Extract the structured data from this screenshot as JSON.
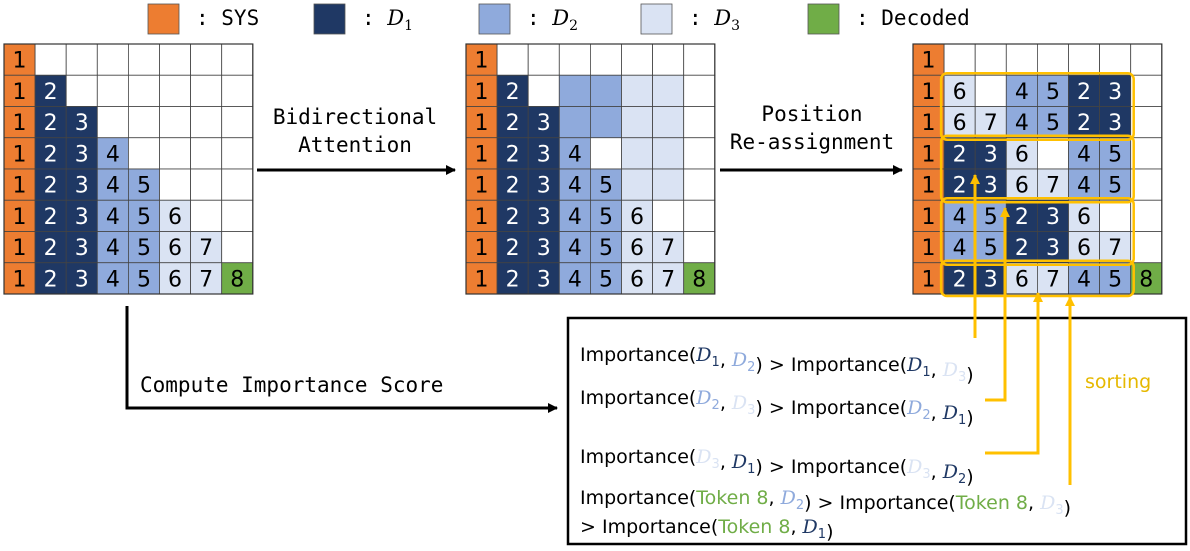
{
  "colors": {
    "sys": "#ED7D31",
    "d1": "#1F3864",
    "d2": "#8FAADC",
    "d3": "#DAE3F3",
    "decoded": "#70AD47",
    "empty": "#FFFFFF",
    "highlight": "#FFC000",
    "sorting_text": "#E6B800",
    "text_dark": "#000000",
    "text_light": "#FFFFFF"
  },
  "legend": [
    {
      "key": "sys",
      "label": ": SYS"
    },
    {
      "key": "d1",
      "label": ": ",
      "math": "D",
      "sub": "1"
    },
    {
      "key": "d2",
      "label": ": ",
      "math": "D",
      "sub": "2"
    },
    {
      "key": "d3",
      "label": ": ",
      "math": "D",
      "sub": "3"
    },
    {
      "key": "decoded",
      "label": ": Decoded"
    }
  ],
  "matrices": [
    {
      "name": "matrix-original",
      "cells": [
        [
          [
            "s",
            "1"
          ],
          [
            "e",
            ""
          ],
          [
            "e",
            ""
          ],
          [
            "e",
            ""
          ],
          [
            "e",
            ""
          ],
          [
            "e",
            ""
          ],
          [
            "e",
            ""
          ],
          [
            "e",
            ""
          ]
        ],
        [
          [
            "s",
            "1"
          ],
          [
            "d1",
            "2"
          ],
          [
            "e",
            ""
          ],
          [
            "e",
            ""
          ],
          [
            "e",
            ""
          ],
          [
            "e",
            ""
          ],
          [
            "e",
            ""
          ],
          [
            "e",
            ""
          ]
        ],
        [
          [
            "s",
            "1"
          ],
          [
            "d1",
            "2"
          ],
          [
            "d1",
            "3"
          ],
          [
            "e",
            ""
          ],
          [
            "e",
            ""
          ],
          [
            "e",
            ""
          ],
          [
            "e",
            ""
          ],
          [
            "e",
            ""
          ]
        ],
        [
          [
            "s",
            "1"
          ],
          [
            "d1",
            "2"
          ],
          [
            "d1",
            "3"
          ],
          [
            "d2",
            "4"
          ],
          [
            "e",
            ""
          ],
          [
            "e",
            ""
          ],
          [
            "e",
            ""
          ],
          [
            "e",
            ""
          ]
        ],
        [
          [
            "s",
            "1"
          ],
          [
            "d1",
            "2"
          ],
          [
            "d1",
            "3"
          ],
          [
            "d2",
            "4"
          ],
          [
            "d2",
            "5"
          ],
          [
            "e",
            ""
          ],
          [
            "e",
            ""
          ],
          [
            "e",
            ""
          ]
        ],
        [
          [
            "s",
            "1"
          ],
          [
            "d1",
            "2"
          ],
          [
            "d1",
            "3"
          ],
          [
            "d2",
            "4"
          ],
          [
            "d2",
            "5"
          ],
          [
            "d3",
            "6"
          ],
          [
            "e",
            ""
          ],
          [
            "e",
            ""
          ]
        ],
        [
          [
            "s",
            "1"
          ],
          [
            "d1",
            "2"
          ],
          [
            "d1",
            "3"
          ],
          [
            "d2",
            "4"
          ],
          [
            "d2",
            "5"
          ],
          [
            "d3",
            "6"
          ],
          [
            "d3",
            "7"
          ],
          [
            "e",
            ""
          ]
        ],
        [
          [
            "s",
            "1"
          ],
          [
            "d1",
            "2"
          ],
          [
            "d1",
            "3"
          ],
          [
            "d2",
            "4"
          ],
          [
            "d2",
            "5"
          ],
          [
            "d3",
            "6"
          ],
          [
            "d3",
            "7"
          ],
          [
            "g",
            "8"
          ]
        ]
      ]
    },
    {
      "name": "matrix-bidirectional",
      "cells": [
        [
          [
            "s",
            "1"
          ],
          [
            "e",
            ""
          ],
          [
            "e",
            ""
          ],
          [
            "e",
            ""
          ],
          [
            "e",
            ""
          ],
          [
            "e",
            ""
          ],
          [
            "e",
            ""
          ],
          [
            "e",
            ""
          ]
        ],
        [
          [
            "s",
            "1"
          ],
          [
            "d1",
            "2"
          ],
          [
            "e",
            ""
          ],
          [
            "d2",
            ""
          ],
          [
            "d2",
            ""
          ],
          [
            "d3",
            ""
          ],
          [
            "d3",
            ""
          ],
          [
            "e",
            ""
          ]
        ],
        [
          [
            "s",
            "1"
          ],
          [
            "d1",
            "2"
          ],
          [
            "d1",
            "3"
          ],
          [
            "d2",
            ""
          ],
          [
            "d2",
            ""
          ],
          [
            "d3",
            ""
          ],
          [
            "d3",
            ""
          ],
          [
            "e",
            ""
          ]
        ],
        [
          [
            "s",
            "1"
          ],
          [
            "d1",
            "2"
          ],
          [
            "d1",
            "3"
          ],
          [
            "d2",
            "4"
          ],
          [
            "e",
            ""
          ],
          [
            "d3",
            ""
          ],
          [
            "d3",
            ""
          ],
          [
            "e",
            ""
          ]
        ],
        [
          [
            "s",
            "1"
          ],
          [
            "d1",
            "2"
          ],
          [
            "d1",
            "3"
          ],
          [
            "d2",
            "4"
          ],
          [
            "d2",
            "5"
          ],
          [
            "d3",
            ""
          ],
          [
            "d3",
            ""
          ],
          [
            "e",
            ""
          ]
        ],
        [
          [
            "s",
            "1"
          ],
          [
            "d1",
            "2"
          ],
          [
            "d1",
            "3"
          ],
          [
            "d2",
            "4"
          ],
          [
            "d2",
            "5"
          ],
          [
            "d3",
            "6"
          ],
          [
            "e",
            ""
          ],
          [
            "e",
            ""
          ]
        ],
        [
          [
            "s",
            "1"
          ],
          [
            "d1",
            "2"
          ],
          [
            "d1",
            "3"
          ],
          [
            "d2",
            "4"
          ],
          [
            "d2",
            "5"
          ],
          [
            "d3",
            "6"
          ],
          [
            "d3",
            "7"
          ],
          [
            "e",
            ""
          ]
        ],
        [
          [
            "s",
            "1"
          ],
          [
            "d1",
            "2"
          ],
          [
            "d1",
            "3"
          ],
          [
            "d2",
            "4"
          ],
          [
            "d2",
            "5"
          ],
          [
            "d3",
            "6"
          ],
          [
            "d3",
            "7"
          ],
          [
            "g",
            "8"
          ]
        ]
      ]
    },
    {
      "name": "matrix-reassigned",
      "cells": [
        [
          [
            "s",
            "1"
          ],
          [
            "e",
            ""
          ],
          [
            "e",
            ""
          ],
          [
            "e",
            ""
          ],
          [
            "e",
            ""
          ],
          [
            "e",
            ""
          ],
          [
            "e",
            ""
          ],
          [
            "e",
            ""
          ]
        ],
        [
          [
            "s",
            "1"
          ],
          [
            "d3",
            "6"
          ],
          [
            "e",
            ""
          ],
          [
            "d2",
            "4"
          ],
          [
            "d2",
            "5"
          ],
          [
            "d1",
            "2"
          ],
          [
            "d1",
            "3"
          ],
          [
            "e",
            ""
          ]
        ],
        [
          [
            "s",
            "1"
          ],
          [
            "d3",
            "6"
          ],
          [
            "d3",
            "7"
          ],
          [
            "d2",
            "4"
          ],
          [
            "d2",
            "5"
          ],
          [
            "d1",
            "2"
          ],
          [
            "d1",
            "3"
          ],
          [
            "e",
            ""
          ]
        ],
        [
          [
            "s",
            "1"
          ],
          [
            "d1",
            "2"
          ],
          [
            "d1",
            "3"
          ],
          [
            "d3",
            "6"
          ],
          [
            "e",
            ""
          ],
          [
            "d2",
            "4"
          ],
          [
            "d2",
            "5"
          ],
          [
            "e",
            ""
          ]
        ],
        [
          [
            "s",
            "1"
          ],
          [
            "d1",
            "2"
          ],
          [
            "d1",
            "3"
          ],
          [
            "d3",
            "6"
          ],
          [
            "d3",
            "7"
          ],
          [
            "d2",
            "4"
          ],
          [
            "d2",
            "5"
          ],
          [
            "e",
            ""
          ]
        ],
        [
          [
            "s",
            "1"
          ],
          [
            "d2",
            "4"
          ],
          [
            "d2",
            "5"
          ],
          [
            "d1",
            "2"
          ],
          [
            "d1",
            "3"
          ],
          [
            "d3",
            "6"
          ],
          [
            "e",
            ""
          ],
          [
            "e",
            ""
          ]
        ],
        [
          [
            "s",
            "1"
          ],
          [
            "d2",
            "4"
          ],
          [
            "d2",
            "5"
          ],
          [
            "d1",
            "2"
          ],
          [
            "d1",
            "3"
          ],
          [
            "d3",
            "6"
          ],
          [
            "d3",
            "7"
          ],
          [
            "e",
            ""
          ]
        ],
        [
          [
            "s",
            "1"
          ],
          [
            "d1",
            "2"
          ],
          [
            "d1",
            "3"
          ],
          [
            "d3",
            "6"
          ],
          [
            "d3",
            "7"
          ],
          [
            "d2",
            "4"
          ],
          [
            "d2",
            "5"
          ],
          [
            "g",
            "8"
          ]
        ]
      ]
    }
  ],
  "arrow_labels": {
    "bidirectional": [
      "Bidirectional",
      "Attention"
    ],
    "position": [
      "Position",
      "Re-assignment"
    ],
    "compute": "Compute Importance Score"
  },
  "importance": {
    "line1": [
      {
        "t": "Importance(",
        "c": "text_dark"
      },
      {
        "m": "D",
        "s": "1",
        "c": "d1"
      },
      {
        "t": ", ",
        "c": "text_dark"
      },
      {
        "m": "D",
        "s": "2",
        "c": "d2"
      },
      {
        "t": ") > Importance(",
        "c": "text_dark"
      },
      {
        "m": "D",
        "s": "1",
        "c": "d1"
      },
      {
        "t": ", ",
        "c": "text_dark"
      },
      {
        "m": "D",
        "s": "3",
        "c": "d3"
      },
      {
        "t": ")",
        "c": "text_dark"
      }
    ],
    "line2": [
      {
        "t": "Importance(",
        "c": "text_dark"
      },
      {
        "m": "D",
        "s": "2",
        "c": "d2"
      },
      {
        "t": ", ",
        "c": "text_dark"
      },
      {
        "m": "D",
        "s": "3",
        "c": "d3"
      },
      {
        "t": ") > Importance(",
        "c": "text_dark"
      },
      {
        "m": "D",
        "s": "2",
        "c": "d2"
      },
      {
        "t": ", ",
        "c": "text_dark"
      },
      {
        "m": "D",
        "s": "1",
        "c": "d1"
      },
      {
        "t": ")",
        "c": "text_dark"
      }
    ],
    "line3": [
      {
        "t": "Importance(",
        "c": "text_dark"
      },
      {
        "m": "D",
        "s": "3",
        "c": "d3"
      },
      {
        "t": ", ",
        "c": "text_dark"
      },
      {
        "m": "D",
        "s": "1",
        "c": "d1"
      },
      {
        "t": ") > Importance(",
        "c": "text_dark"
      },
      {
        "m": "D",
        "s": "3",
        "c": "d3"
      },
      {
        "t": ", ",
        "c": "text_dark"
      },
      {
        "m": "D",
        "s": "2",
        "c": "d1"
      },
      {
        "t": ")",
        "c": "text_dark"
      }
    ],
    "line4": [
      {
        "t": "Importance(",
        "c": "text_dark"
      },
      {
        "t": "Token 8",
        "c": "decoded"
      },
      {
        "t": ", ",
        "c": "text_dark"
      },
      {
        "m": "D",
        "s": "2",
        "c": "d2"
      },
      {
        "t": ") > Importance(",
        "c": "text_dark"
      },
      {
        "t": "Token 8",
        "c": "decoded"
      },
      {
        "t": ", ",
        "c": "text_dark"
      },
      {
        "m": "D",
        "s": "3",
        "c": "d3"
      },
      {
        "t": ")",
        "c": "text_dark"
      }
    ],
    "line5": [
      {
        "t": "> Importance(",
        "c": "text_dark"
      },
      {
        "t": "Token 8",
        "c": "decoded"
      },
      {
        "t": ", ",
        "c": "text_dark"
      },
      {
        "m": "D",
        "s": "1",
        "c": "d1"
      },
      {
        "t": ")",
        "c": "text_dark"
      }
    ]
  },
  "sorting_label": "sorting"
}
